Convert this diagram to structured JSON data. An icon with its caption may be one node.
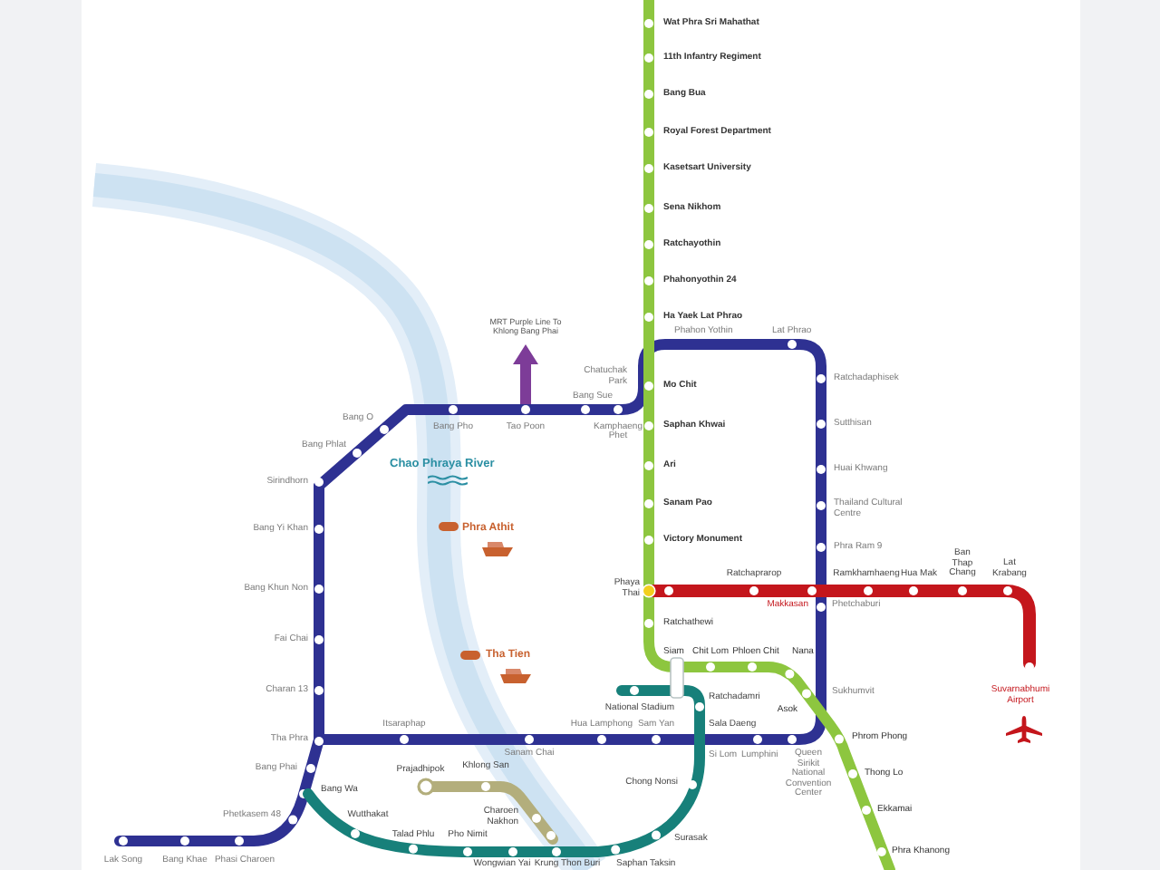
{
  "diagram": {
    "labels": [
      "Wat Phra Sri Mahathat",
      "11th Infantry Regiment",
      "Bang Bua",
      "Royal Forest Department",
      "Kasetsart University",
      "Sena Nikhom",
      "Ratchayothin",
      "Phahonyothin 24",
      "MRT Purple Line To Khlong Bang Phai",
      "Ha Yaek Lat Phrao",
      "Phahon Yothin",
      "Lat Phrao",
      "Chatuchak Park",
      "Mo Chit",
      "Ratchadaphisek",
      "Bang Sue",
      "Bang O",
      "Bang Pho",
      "Tao Poon",
      "Kamphaeng Phet",
      "Saphan Khwai",
      "Sutthisan",
      "Bang Phlat",
      "Chao Phraya River",
      "Ari",
      "Huai Khwang",
      "Sirindhorn",
      "Sanam Pao",
      "Thailand Cultural Centre",
      "Bang Yi Khan",
      "Phra Athit",
      "Victory Monument",
      "Phra Ram 9",
      "Ratchaprarop",
      "Ramkhamhaeng",
      "Hua Mak",
      "Ban Thap Chang",
      "Lat Krabang",
      "Bang Khun Non",
      "Phaya Thai",
      "Makkasan",
      "Phetchaburi",
      "Ratchathewi",
      "Fai Chai",
      "Tha Tien",
      "Siam",
      "Chit Lom",
      "Phloen Chit",
      "Nana",
      "Charan 13",
      "Ratchadamri",
      "Sukhumvit",
      "Suvarnabhumi Airport",
      "National Stadium",
      "Asok",
      "Itsaraphap",
      "Hua Lamphong",
      "Sam Yan",
      "Sala Daeng",
      "Tha Phra",
      "Phrom Phong",
      "Sanam Chai",
      "Si Lom",
      "Lumphini",
      "Queen Sirikit National Convention Center",
      "Bang Phai",
      "Prajadhipok",
      "Khlong San",
      "Thong Lo",
      "Bang Wa",
      "Chong Nonsi",
      "Phetkasem 48",
      "Wutthakat",
      "Charoen Nakhon",
      "Ekkamai",
      "Talad Phlu",
      "Pho Nimit",
      "Surasak",
      "Phra Khanong",
      "Lak Song",
      "Bang Khae",
      "Phasi Charoen",
      "Wongwian Yai",
      "Krung Thon Buri",
      "Saphan Taksin"
    ]
  }
}
